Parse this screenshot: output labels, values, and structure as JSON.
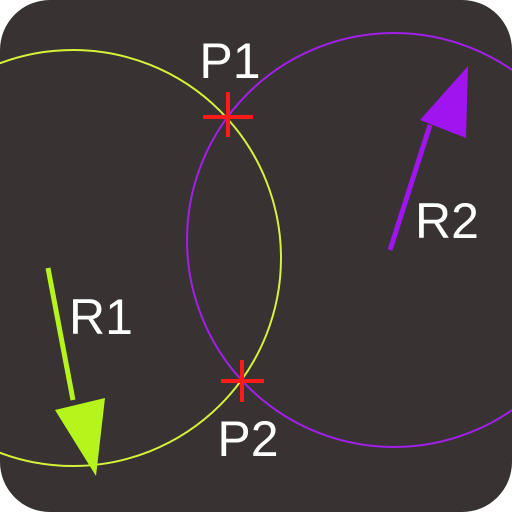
{
  "labels": {
    "p1": "P1",
    "p2": "P2",
    "r1": "R1",
    "r2": "R2"
  },
  "colors": {
    "background": "#383232",
    "circle_1": "#d6f23a",
    "circle_2": "#a020e8",
    "arrow_1": "#b5f51c",
    "arrow_2": "#a014f0",
    "intersection_marker": "#ff1a1a",
    "label_text": "#ffffff"
  }
}
